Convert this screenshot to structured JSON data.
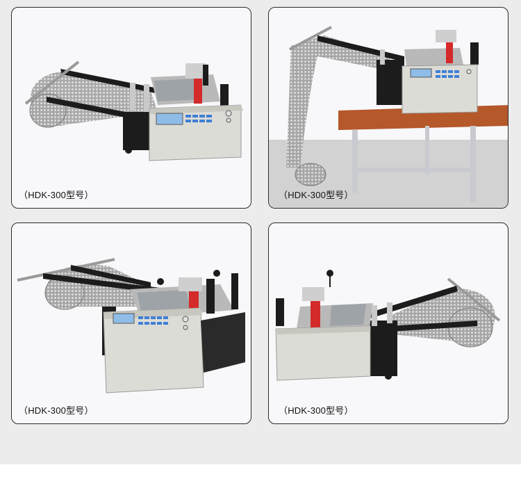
{
  "cards": [
    {
      "caption_open": "（",
      "caption_text": "HDK-300型号",
      "caption_close": "）"
    },
    {
      "caption_open": "（",
      "caption_text": "HDK-300型号",
      "caption_close": "）"
    },
    {
      "caption_open": "（",
      "caption_text": "HDK-300型号",
      "caption_close": "）"
    },
    {
      "caption_open": "（",
      "caption_text": "HDK-300型号",
      "caption_close": "）"
    }
  ],
  "colors": {
    "background": "#ececec",
    "card_fill": "#f8f8fb",
    "card_border": "#2a2a2a",
    "machine_body": "#dcdcd6",
    "frame": "#1c1c1c",
    "roller_red": "#d42a2a",
    "lcd": "#8fbde8",
    "keypad_blue": "#3f7fd6",
    "mesh": "#8c8c8c",
    "table_top": "#b5582a",
    "table_legs": "#c8cad0"
  }
}
